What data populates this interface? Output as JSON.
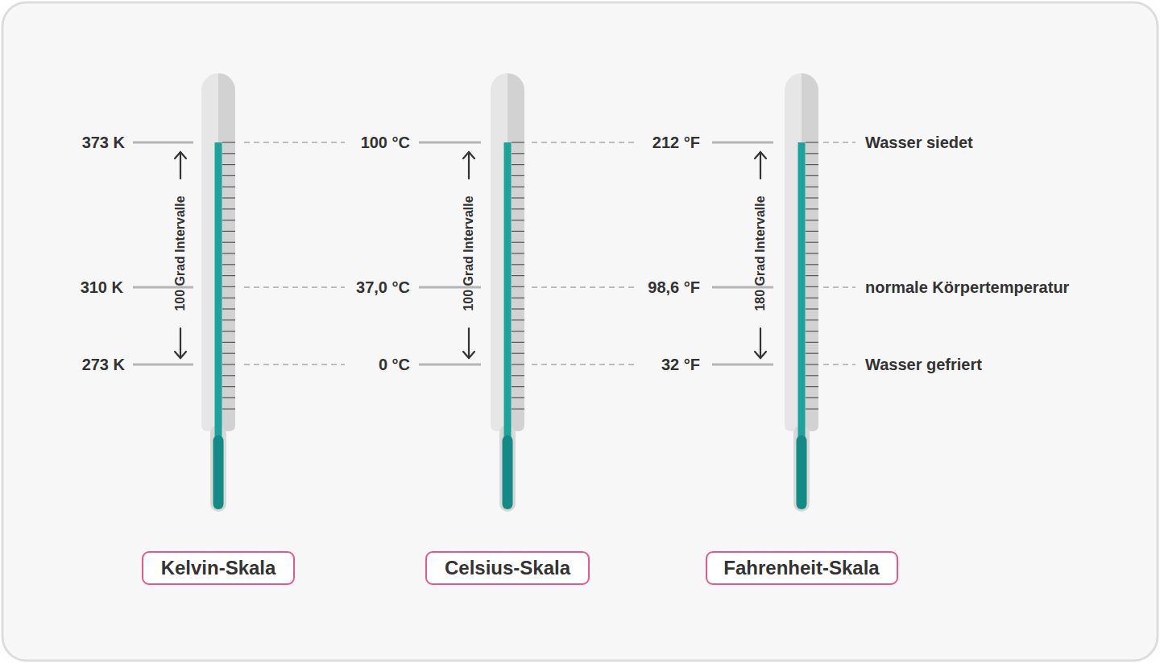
{
  "diagram": {
    "nodes": [
      {
        "text": [
          "Kelvin-Skala"
        ]
      },
      {
        "text": [
          "Celsius-Skala"
        ]
      },
      {
        "text": [
          "Fahrenheit-Skala"
        ]
      }
    ],
    "labels": [
      "373 K",
      "100 °C",
      "212 °F",
      "Wasser siedet",
      "100 Grad Intervalle",
      "100 Grad Intervalle",
      "180 Grad Intervalle",
      "310 K",
      "37,0 °C",
      "98,6 °F",
      "normale Körpertemperatur",
      "273 K",
      "0 °C",
      "32 °F",
      "Wasser gefriert"
    ]
  }
}
